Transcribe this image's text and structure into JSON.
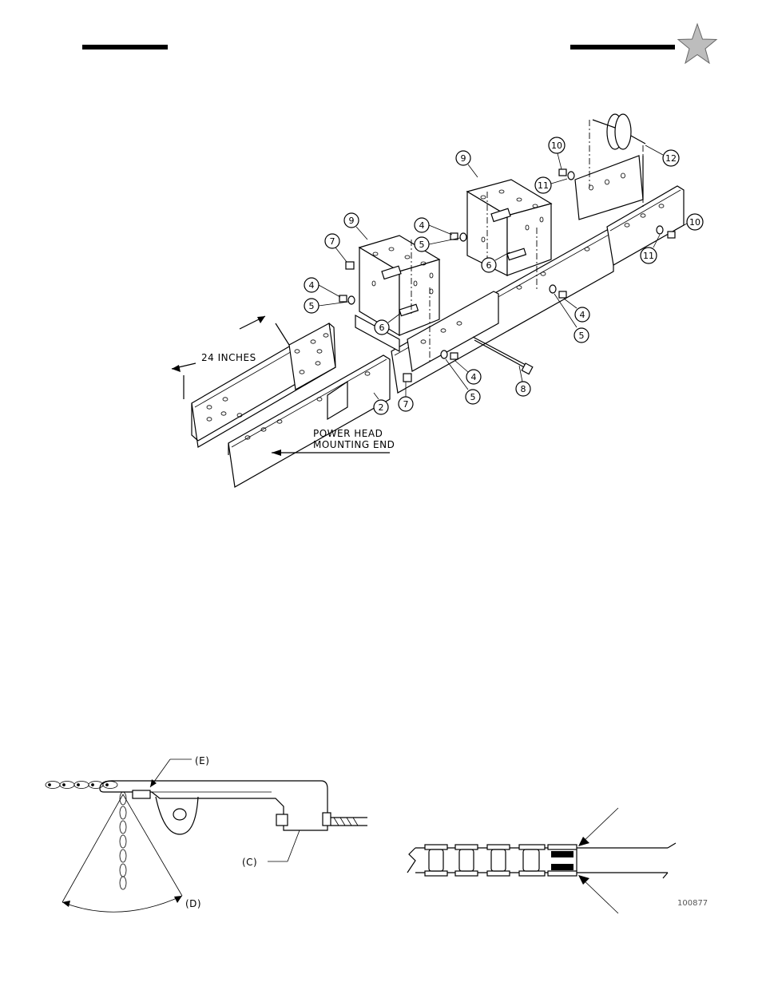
{
  "header": {
    "bar_color": "#000000",
    "icon": "star-icon",
    "icon_color": "#bdbdbd"
  },
  "diagram": {
    "callouts": {
      "c2": "2",
      "c4a": "4",
      "c4b": "4",
      "c4c": "4",
      "c4d": "4",
      "c5a": "5",
      "c5b": "5",
      "c5c": "5",
      "c5d": "5",
      "c6a": "6",
      "c6b": "6",
      "c7a": "7",
      "c7b": "7",
      "c8": "8",
      "c9a": "9",
      "c9b": "9",
      "c10a": "10",
      "c10b": "10",
      "c11a": "11",
      "c11b": "11",
      "c12": "12"
    },
    "dimension_label": "24 INCHES",
    "mounting_label_line1": "POWER HEAD",
    "mounting_label_line2": "MOUNTING END"
  },
  "chain_diagram": {
    "label_e": "(E)",
    "label_c": "(C)",
    "label_d": "(D)"
  },
  "link_diagram": {
    "figure_id": "100877"
  }
}
